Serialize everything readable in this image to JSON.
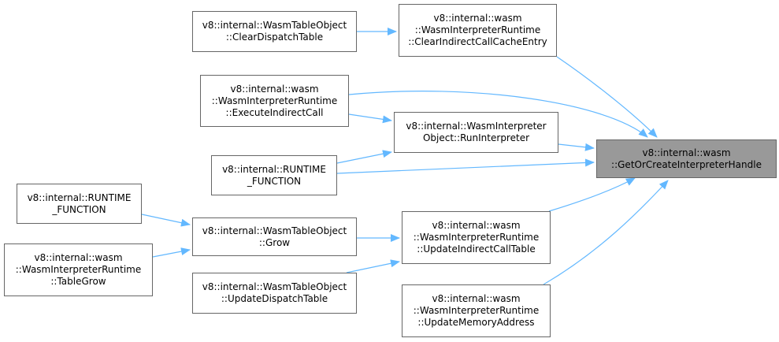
{
  "colors": {
    "edge": "#63b8ff",
    "node_border": "#666666",
    "node_fill": "#ffffff",
    "root_fill": "#999999",
    "text": "#000000"
  },
  "nodes": {
    "root": {
      "lines": [
        "v8::internal::wasm",
        "::GetOrCreateInterpreterHandle"
      ]
    },
    "clear_indirect_call_cache_entry": {
      "lines": [
        "v8::internal::wasm",
        "::WasmInterpreterRuntime",
        "::ClearIndirectCallCacheEntry"
      ]
    },
    "clear_dispatch_table": {
      "lines": [
        "v8::internal::WasmTableObject",
        "::ClearDispatchTable"
      ]
    },
    "execute_indirect_call": {
      "lines": [
        "v8::internal::wasm",
        "::WasmInterpreterRuntime",
        "::ExecuteIndirectCall"
      ]
    },
    "run_interpreter": {
      "lines": [
        "v8::internal::WasmInterpreter",
        "Object::RunInterpreter"
      ]
    },
    "runtime_function_mid": {
      "lines": [
        "v8::internal::RUNTIME",
        "_FUNCTION"
      ]
    },
    "runtime_function_left": {
      "lines": [
        "v8::internal::RUNTIME",
        "_FUNCTION"
      ]
    },
    "grow": {
      "lines": [
        "v8::internal::WasmTableObject",
        "::Grow"
      ]
    },
    "update_indirect_call_table": {
      "lines": [
        "v8::internal::wasm",
        "::WasmInterpreterRuntime",
        "::UpdateIndirectCallTable"
      ]
    },
    "table_grow": {
      "lines": [
        "v8::internal::wasm",
        "::WasmInterpreterRuntime",
        "::TableGrow"
      ]
    },
    "update_dispatch_table": {
      "lines": [
        "v8::internal::WasmTableObject",
        "::UpdateDispatchTable"
      ]
    },
    "update_memory_address": {
      "lines": [
        "v8::internal::wasm",
        "::WasmInterpreterRuntime",
        "::UpdateMemoryAddress"
      ]
    }
  },
  "edges": [
    {
      "from": "clear_indirect_call_cache_entry",
      "to": "root"
    },
    {
      "from": "clear_dispatch_table",
      "to": "clear_indirect_call_cache_entry"
    },
    {
      "from": "execute_indirect_call",
      "to": "root"
    },
    {
      "from": "execute_indirect_call",
      "to": "run_interpreter"
    },
    {
      "from": "run_interpreter",
      "to": "root"
    },
    {
      "from": "runtime_function_mid",
      "to": "run_interpreter"
    },
    {
      "from": "runtime_function_mid",
      "to": "root"
    },
    {
      "from": "update_indirect_call_table",
      "to": "root"
    },
    {
      "from": "update_memory_address",
      "to": "root"
    },
    {
      "from": "grow",
      "to": "update_indirect_call_table"
    },
    {
      "from": "update_dispatch_table",
      "to": "update_indirect_call_table"
    },
    {
      "from": "runtime_function_left",
      "to": "grow"
    },
    {
      "from": "table_grow",
      "to": "grow"
    }
  ]
}
